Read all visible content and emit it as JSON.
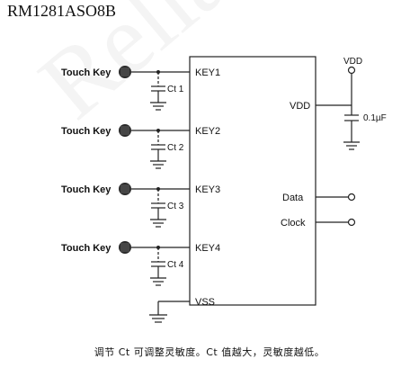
{
  "heading": "RM1281ASO8B",
  "watermark": "Reliablemen",
  "touch_key_label": "Touch Key",
  "keys": [
    {
      "pin": "KEY1",
      "cap": "Ct 1"
    },
    {
      "pin": "KEY2",
      "cap": "Ct 2"
    },
    {
      "pin": "KEY3",
      "cap": "Ct 3"
    },
    {
      "pin": "KEY4",
      "cap": "Ct 4"
    }
  ],
  "right_pins": {
    "vdd": "VDD",
    "data": "Data",
    "clock": "Clock",
    "vss": "VSS"
  },
  "supply_label": "VDD",
  "decoupling_cap": "0.1µF",
  "caption": "调节 Ct 可调整灵敏度。Ct 值越大，灵敏度越低。"
}
